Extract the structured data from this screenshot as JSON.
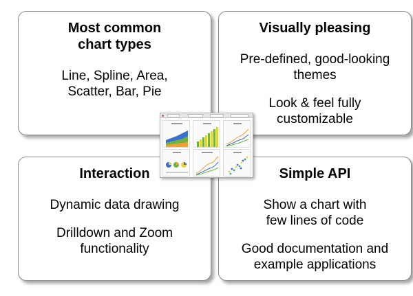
{
  "cards": {
    "chart_types": {
      "title": "Most common chart types",
      "body": "Line, Spline, Area, Scatter, Bar, Pie"
    },
    "visually_pleasing": {
      "title": "Visually pleasing",
      "body_1": "Pre-defined, good-looking themes",
      "body_2": "Look & feel fully customizable"
    },
    "interaction": {
      "title": "Interaction",
      "body_1": "Dynamic data drawing",
      "body_2": "Drilldown and Zoom functionality"
    },
    "simple_api": {
      "title": "Simple API",
      "body_1": "Show a chart with few lines of code",
      "body_2": "Good documentation and example applications"
    }
  },
  "thumbnail": {
    "charts": [
      "area-chart-icon",
      "bar-chart-icon",
      "line-chart-icon",
      "pie-chart-icon",
      "spline-chart-icon",
      "scatter-chart-icon"
    ],
    "colors": {
      "blue": "#3a6fd1",
      "green": "#6cb33f",
      "orange": "#f0a030",
      "yellow": "#e8d33a",
      "teal": "#38a8a0"
    }
  }
}
